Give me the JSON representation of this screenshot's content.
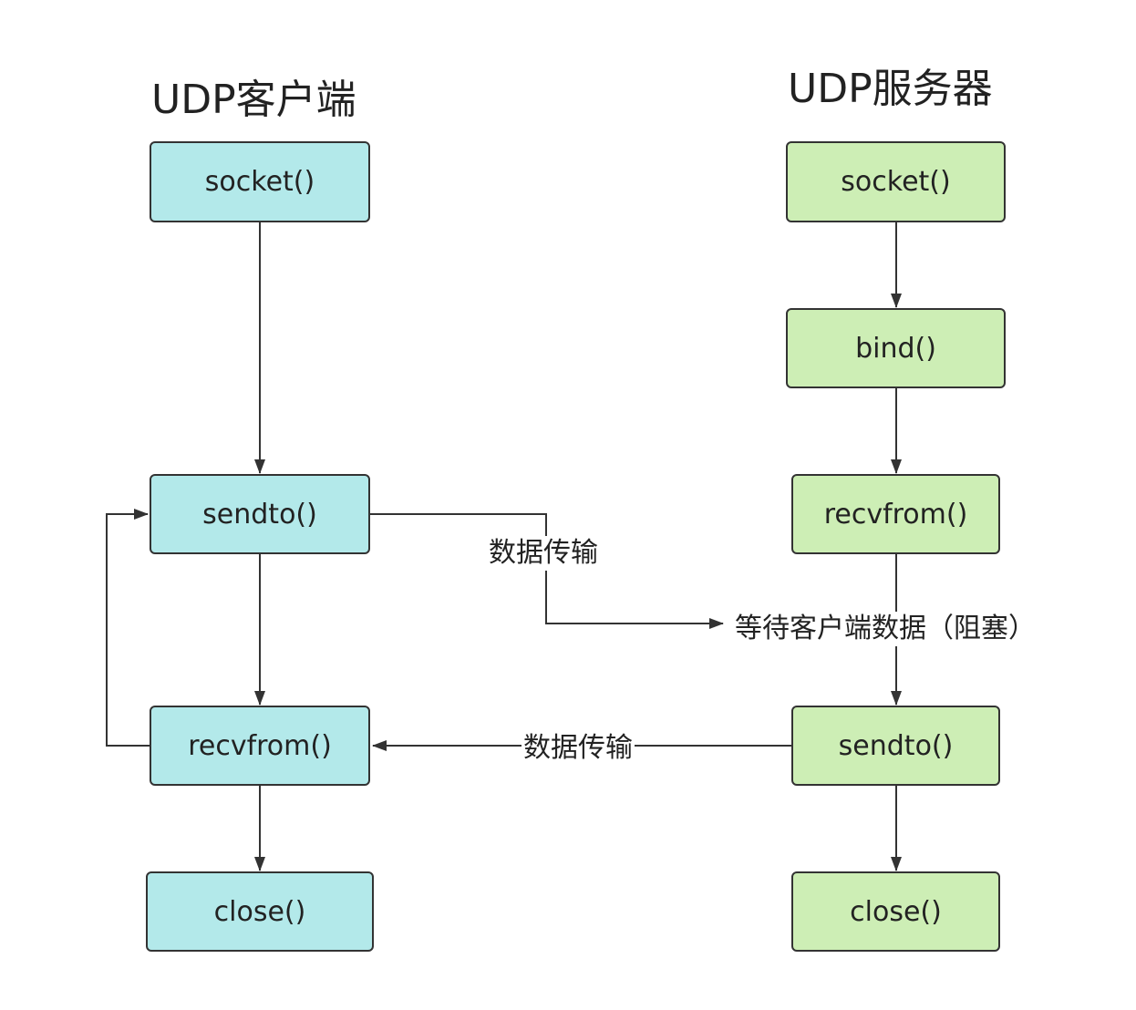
{
  "diagram": {
    "client": {
      "title": "UDP客户端",
      "fill": "#b3e9ea",
      "nodes": {
        "socket": "socket()",
        "sendto": "sendto()",
        "recvfrom": "recvfrom()",
        "close": "close()"
      }
    },
    "server": {
      "title": "UDP服务器",
      "fill": "#cdeeb5",
      "nodes": {
        "socket": "socket()",
        "bind": "bind()",
        "recvfrom": "recvfrom()",
        "sendto": "sendto()",
        "close": "close()"
      }
    },
    "edge_labels": {
      "client_to_server": "数据传输",
      "server_to_client": "数据传输",
      "wait_note": "等待客户端数据（阻塞）"
    },
    "colors": {
      "stroke": "#333333",
      "text": "#222222"
    }
  }
}
